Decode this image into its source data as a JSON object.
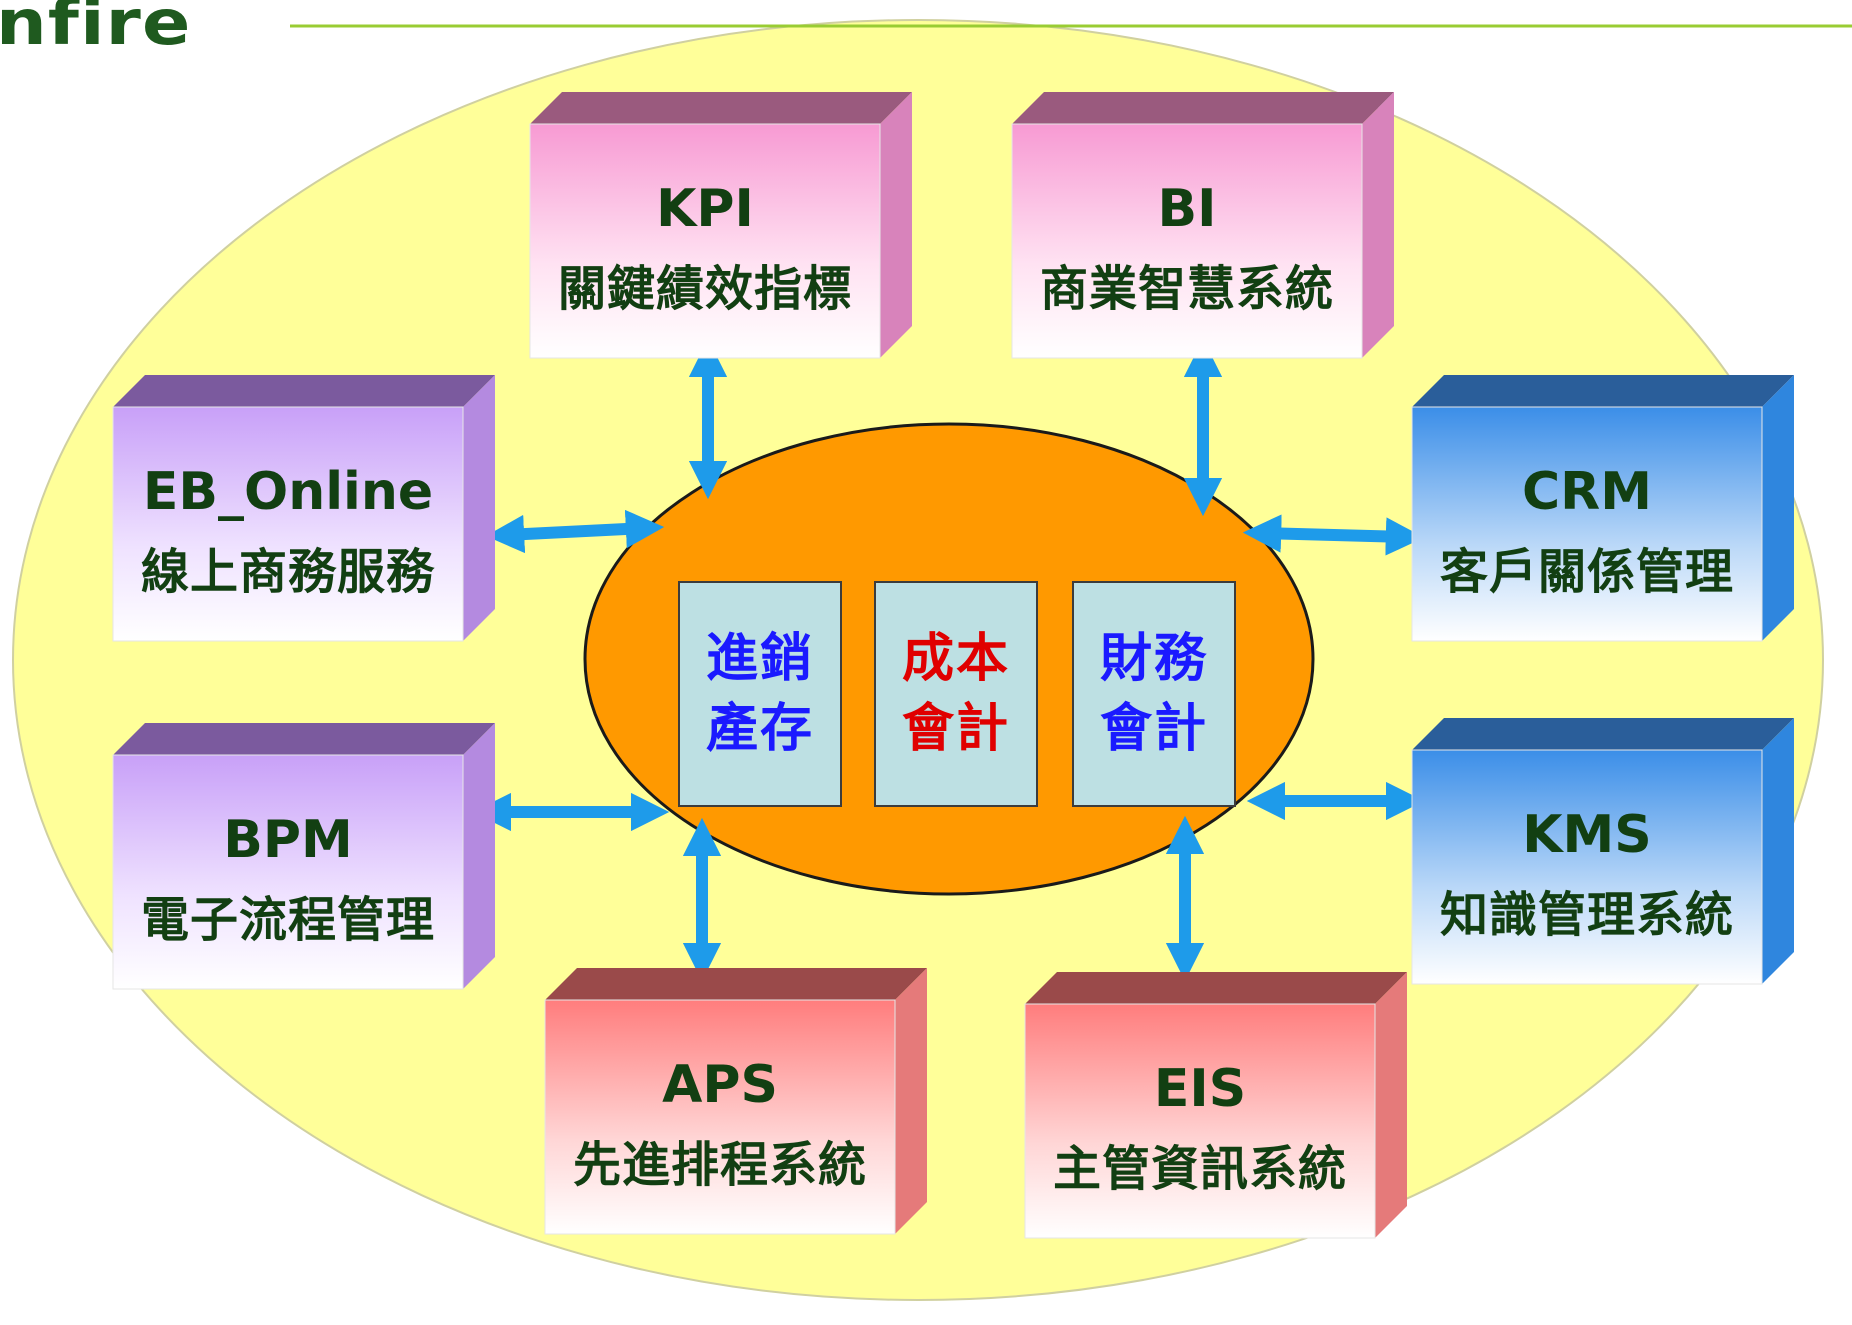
{
  "header": {
    "logo_text": "nfire"
  },
  "core": {
    "boxes": [
      {
        "line1": "進銷",
        "line2": "產存",
        "color": "#1a1aff"
      },
      {
        "line1": "成本",
        "line2": "會計",
        "color": "#e00000"
      },
      {
        "line1": "財務",
        "line2": "會計",
        "color": "#1a1aff"
      }
    ]
  },
  "modules": {
    "kpi": {
      "code": "KPI",
      "desc": "關鍵績效指標"
    },
    "bi": {
      "code": "BI",
      "desc": "商業智慧系統"
    },
    "eb_online": {
      "code": "EB_Online",
      "desc": "線上商務服務"
    },
    "crm": {
      "code": "CRM",
      "desc": "客戶關係管理"
    },
    "bpm": {
      "code": "BPM",
      "desc": "電子流程管理"
    },
    "kms": {
      "code": "KMS",
      "desc": "知識管理系統"
    },
    "aps": {
      "code": "APS",
      "desc": "先進排程系統"
    },
    "eis": {
      "code": "EIS",
      "desc": "主管資訊系統"
    }
  },
  "colors": {
    "background_ellipse": "#ffff99",
    "core_ellipse": "#ff9900",
    "arrow": "#1e9bea",
    "header_line": "#99cc33",
    "pink": "#f79ad3",
    "violet": "#c8a0f8",
    "blue": "#2f8ae8",
    "red": "#ff7d7d"
  }
}
